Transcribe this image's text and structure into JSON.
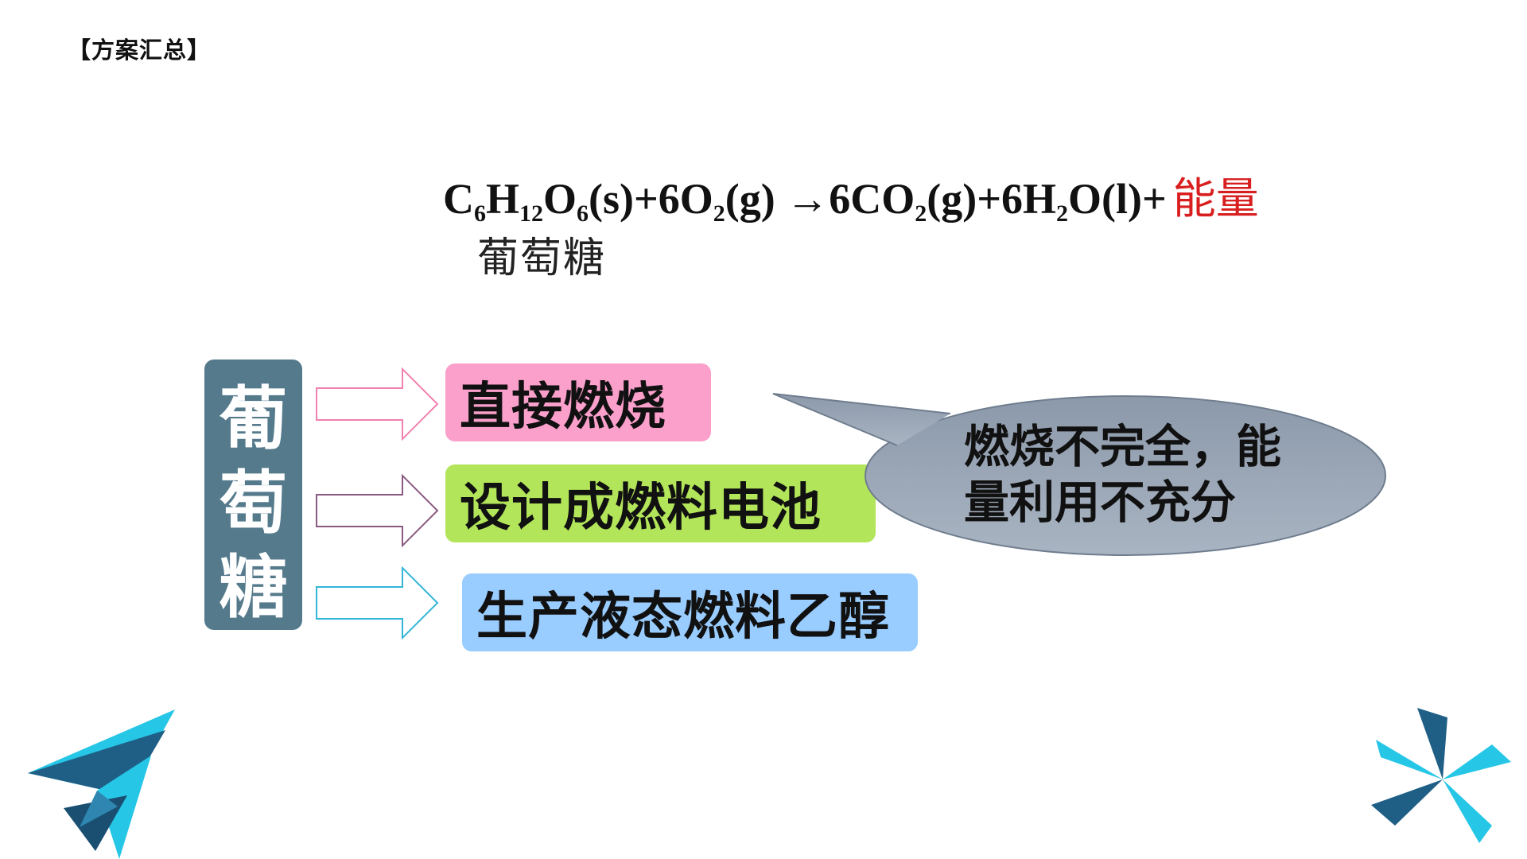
{
  "header": {
    "title": "【方案汇总】"
  },
  "equation": {
    "c": "C",
    "c_sub": "6",
    "h": "H",
    "h_sub": "12",
    "o": "O",
    "o_sub": "6",
    "part1": "(s)+6O",
    "o2_sub": "2",
    "part2": "(g) →6CO",
    "co2_sub": "2",
    "part3": "(g)+6H",
    "h2o_sub": "2",
    "part4": "O(l)+",
    "energy": "能量",
    "note": "葡萄糖"
  },
  "source": {
    "chars": [
      "葡",
      "萄",
      "糖"
    ]
  },
  "methods": [
    {
      "label": "直接燃烧",
      "color": "#fb9fcb",
      "arrow_color": "#f080b0"
    },
    {
      "label": "设计成燃料电池",
      "color": "#b2e55a",
      "arrow_color": "#8a5a80"
    },
    {
      "label": "生产液态燃料乙醇",
      "color": "#99ccff",
      "arrow_color": "#33b5d8"
    }
  ],
  "callout": {
    "text": "燃烧不完全，能量利用不充分",
    "fill": "#96a3b3"
  },
  "colors": {
    "accent_dark": "#1f5f86",
    "accent_light": "#26c6e6"
  },
  "decorations": {
    "left": "paper-plane-icon",
    "right": "starburst-icon"
  }
}
